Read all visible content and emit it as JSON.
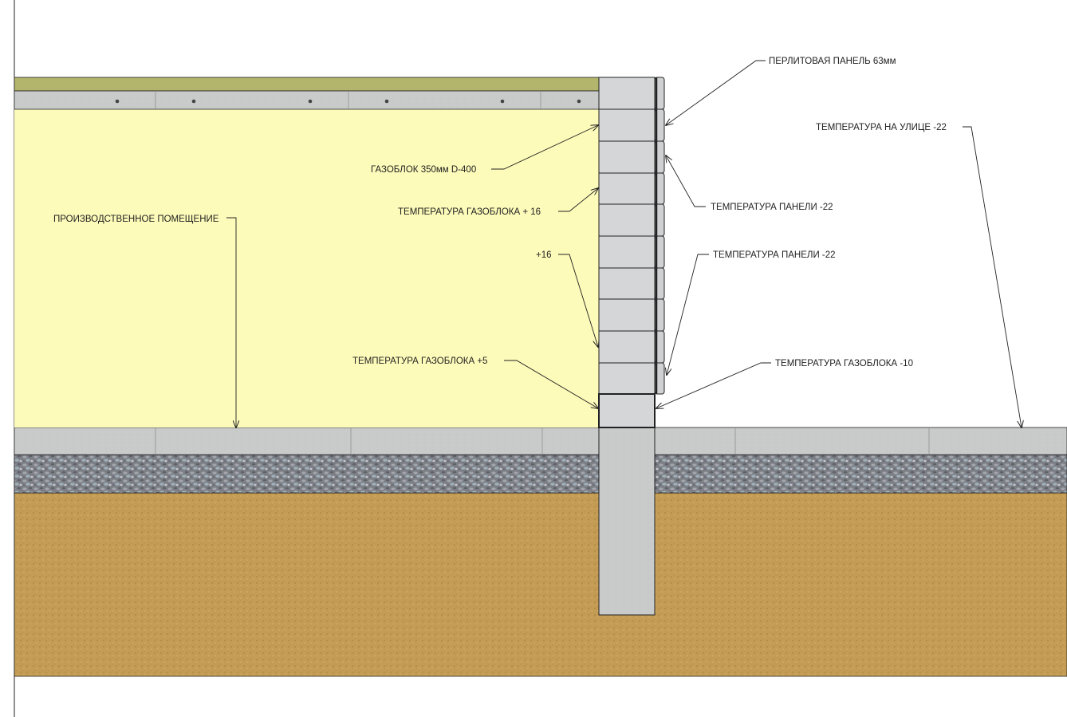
{
  "labels": {
    "perlite_panel": "ПЕРЛИТОВАЯ ПАНЕЛЬ 63мм",
    "outside_temp": "ТЕМПЕРАТУРА НА УЛИЦЕ  -22",
    "gasblock": "ГАЗОБЛОК  350мм D-400",
    "gasblock_temp_16": "ТЕМПЕРАТУРА ГАЗОБЛОКА  + 16",
    "panel_temp_1": "ТЕМПЕРАТУРА ПАНЕЛИ   -22",
    "panel_temp_2": "ТЕМПЕРАТУРА ПАНЕЛИ  -22",
    "production_room": "ПРОИЗВОДСТВЕННОЕ ПОМЕЩЕНИЕ",
    "plus16": "+16",
    "gasblock_temp_5": "ТЕМПЕРАТУРА ГАЗОБЛОКА  +5",
    "gasblock_temp_m10": "ТЕМПЕРАТУРА ГАЗОБЛОКА   -10"
  },
  "colors": {
    "room_fill": "#fdfbb9",
    "roof_strip": "#b3b56c",
    "concrete": "#c9cbcb",
    "gravel": "#8a8c92",
    "soil": "#c49c54",
    "block": "#d4d6d7",
    "line": "#222222"
  }
}
